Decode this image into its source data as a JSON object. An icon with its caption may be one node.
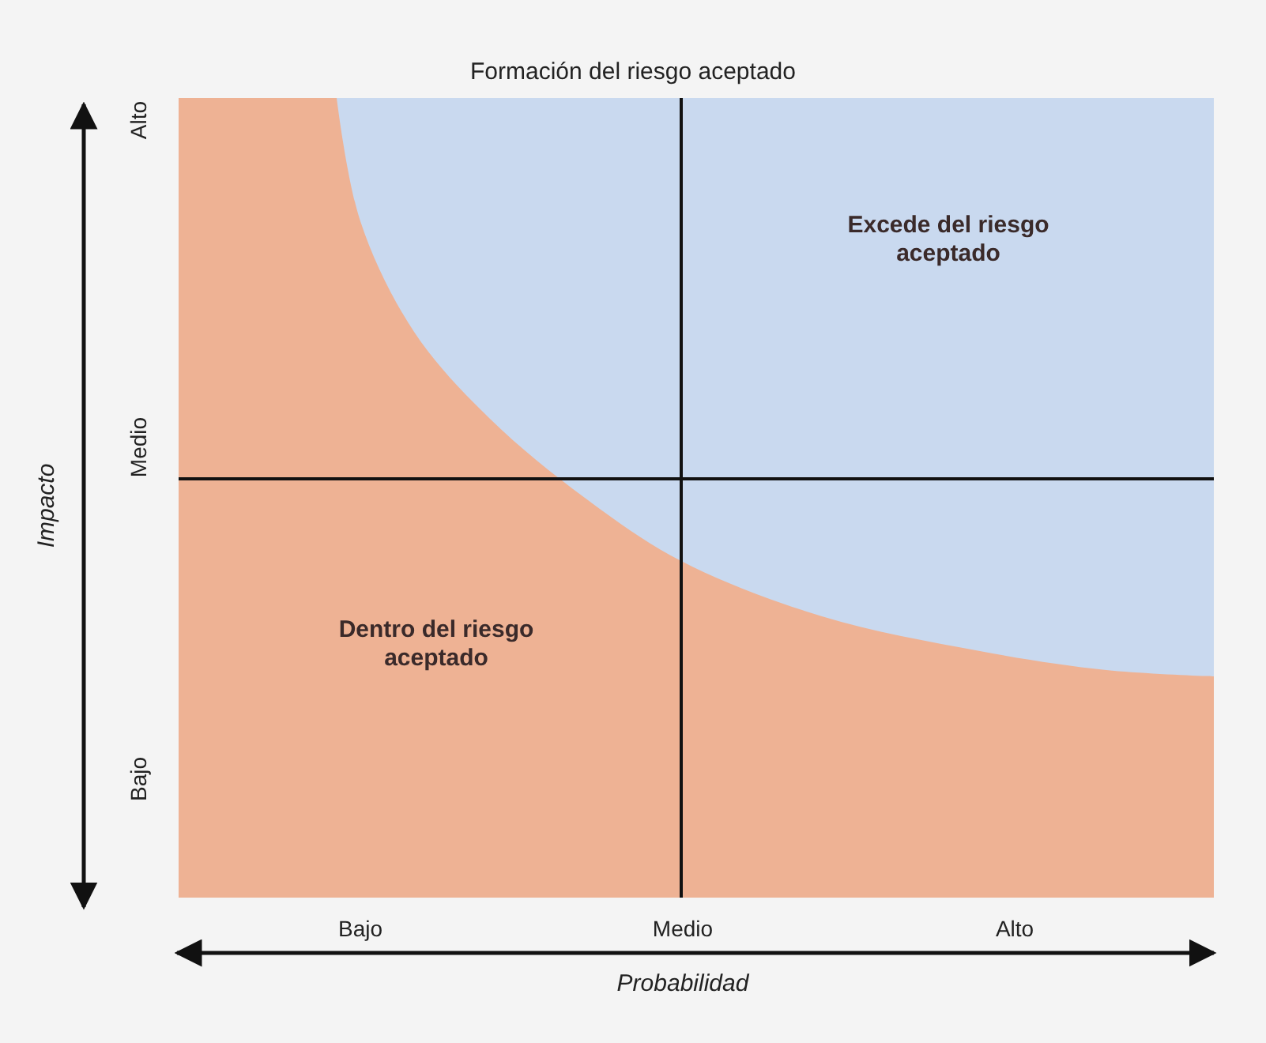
{
  "diagram": {
    "title": "Formación del riesgo aceptado",
    "labels": [
      "Excede del riesgo aceptado",
      "Dentro del riesgo aceptado",
      "Alto",
      "Medio",
      "Bajo",
      "Impacto",
      "Bajo",
      "Medio",
      "Alto",
      "Probabilidad"
    ]
  }
}
